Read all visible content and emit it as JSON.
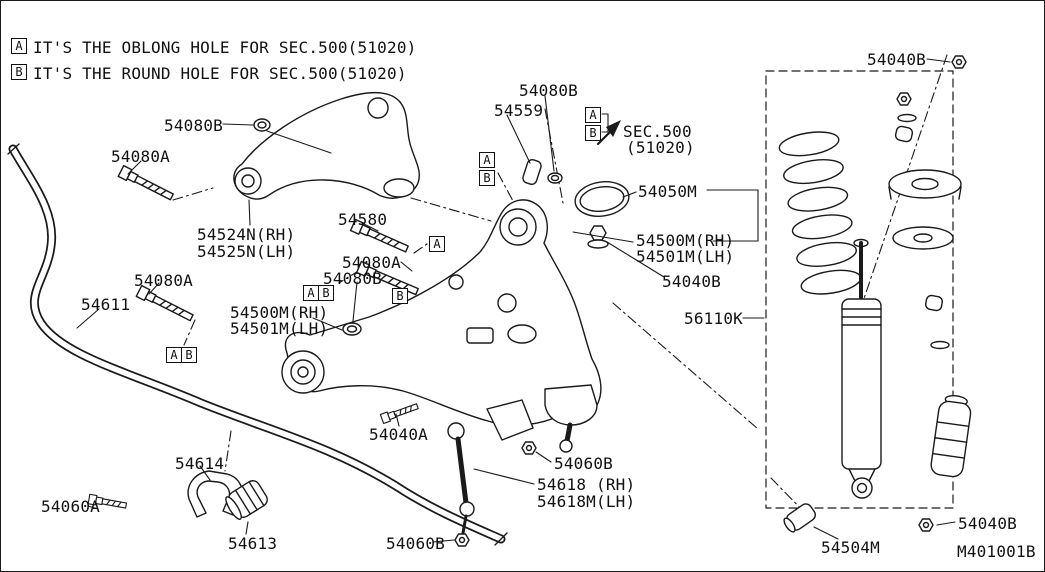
{
  "colors": {
    "line": "#1a1a1a",
    "background": "#ffffff"
  },
  "legend": {
    "items": [
      {
        "letter": "A",
        "text": "IT'S THE OBLONG HOLE FOR SEC.500(51020)"
      },
      {
        "letter": "B",
        "text": "IT'S THE ROUND HOLE FOR SEC.500(51020)"
      }
    ]
  },
  "callouts": {
    "a": "A",
    "b": "B"
  },
  "labels": [
    {
      "text": "54080B"
    },
    {
      "text": "54080A"
    },
    {
      "text": "54524N(RH)"
    },
    {
      "text": "54525N(LH)"
    },
    {
      "text": "54580"
    },
    {
      "text": "54559"
    },
    {
      "text": "54080B"
    },
    {
      "text": "SEC.500"
    },
    {
      "text": "(51020)"
    },
    {
      "text": "54050M"
    },
    {
      "text": "54500M(RH)"
    },
    {
      "text": "54501M(LH)"
    },
    {
      "text": "54040B"
    },
    {
      "text": "54080A"
    },
    {
      "text": "54080B"
    },
    {
      "text": "54611"
    },
    {
      "text": "54080A"
    },
    {
      "text": "54500M(RH)"
    },
    {
      "text": "54501M(LH)"
    },
    {
      "text": "56110K"
    },
    {
      "text": "54040B"
    },
    {
      "text": "54040A"
    },
    {
      "text": "54614"
    },
    {
      "text": "54060A"
    },
    {
      "text": "54613"
    },
    {
      "text": "54060B"
    },
    {
      "text": "54618 (RH)"
    },
    {
      "text": "54618M(LH)"
    },
    {
      "text": "54060B"
    },
    {
      "text": "54040B"
    },
    {
      "text": "54504M"
    }
  ],
  "footer": {
    "diagram_id": "M401001B"
  }
}
